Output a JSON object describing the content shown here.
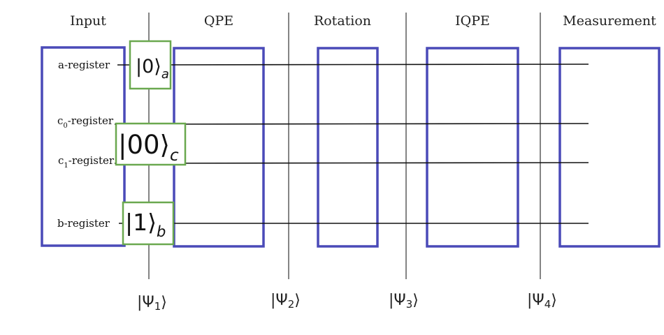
{
  "stages": {
    "input": "Input",
    "qpe": "QPE",
    "rotation": "Rotation",
    "iqpe": "IQPE",
    "measurement": "Measurement"
  },
  "registers": {
    "a": "a-register",
    "c0": "c",
    "c0_sub": "0",
    "c0_tail": "-register",
    "c1": "c",
    "c1_sub": "1",
    "c1_tail": "-register",
    "b": "b-register"
  },
  "states": {
    "a_ket": "|0⟩",
    "a_sub": "a",
    "c_ket": "|00⟩",
    "c_sub": "c",
    "b_ket": "|1⟩",
    "b_sub": "b"
  },
  "checkpoints": {
    "psi1": "|Ψ",
    "psi1_sub": "1",
    "psi1_close": "⟩",
    "psi2": "|Ψ",
    "psi2_sub": "2",
    "psi2_close": "⟩",
    "psi3": "|Ψ",
    "psi3_sub": "3",
    "psi3_close": "⟩",
    "psi4": "|Ψ",
    "psi4_sub": "4",
    "psi4_close": "⟩"
  },
  "colors": {
    "block_stroke": "#4a4ab8",
    "state_box_stroke": "#6aa84f",
    "wire": "#111111",
    "divider": "#666666"
  }
}
